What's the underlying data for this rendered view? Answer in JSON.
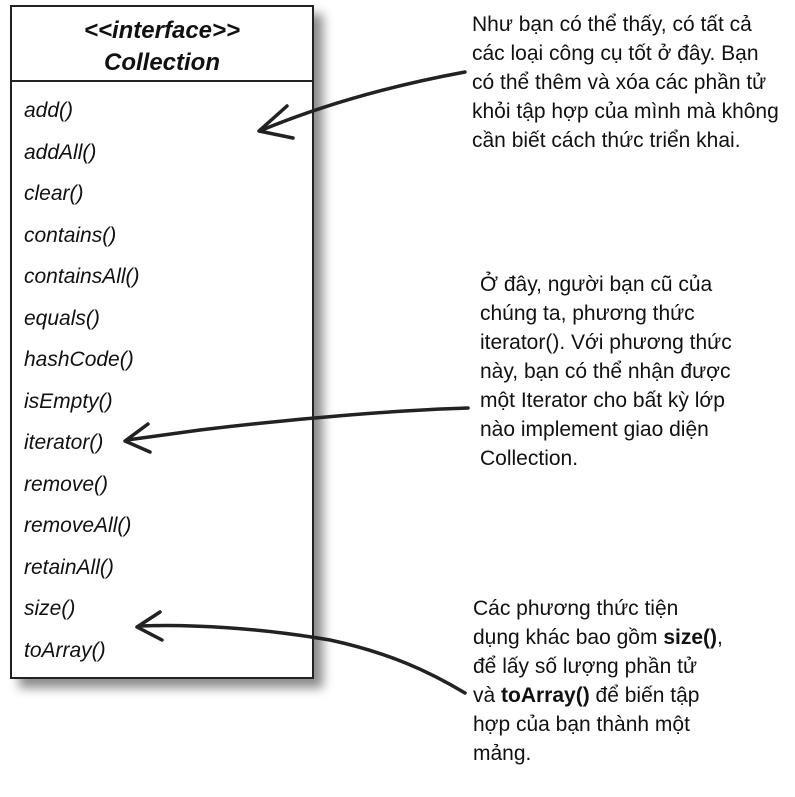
{
  "interface_box": {
    "stereotype": "<<interface>>",
    "name": "Collection",
    "methods": [
      "add()",
      "addAll()",
      "clear()",
      "contains()",
      "containsAll()",
      "equals()",
      "hashCode()",
      "isEmpty()",
      "iterator()",
      "remove()",
      "removeAll()",
      "retainAll()",
      "size()",
      "toArray()"
    ]
  },
  "annotations": {
    "note_1": "Như bạn có thể thấy, có tất cả các loại công cụ tốt ở đây. Bạn có thể thêm và xóa các phần tử khỏi tập hợp của mình mà không cần biết cách thức triển khai.",
    "note_2": "Ở đây, người bạn cũ của chúng ta, phương thức iterator(). Với phương thức này, bạn có thể nhận được một Iterator cho bất kỳ lớp nào implement giao diện Collection.",
    "note_3": {
      "part_1": "Các phương thức tiện dụng khác bao gồm ",
      "bold_1": "size()",
      "part_2": ", để lấy số lượng phần tử và ",
      "bold_2": "toArray()",
      "part_3": " để biến tập hợp của bạn thành một mảng."
    }
  },
  "colors": {
    "line": "#222222",
    "shadow": "#737373",
    "background": "#ffffff"
  }
}
